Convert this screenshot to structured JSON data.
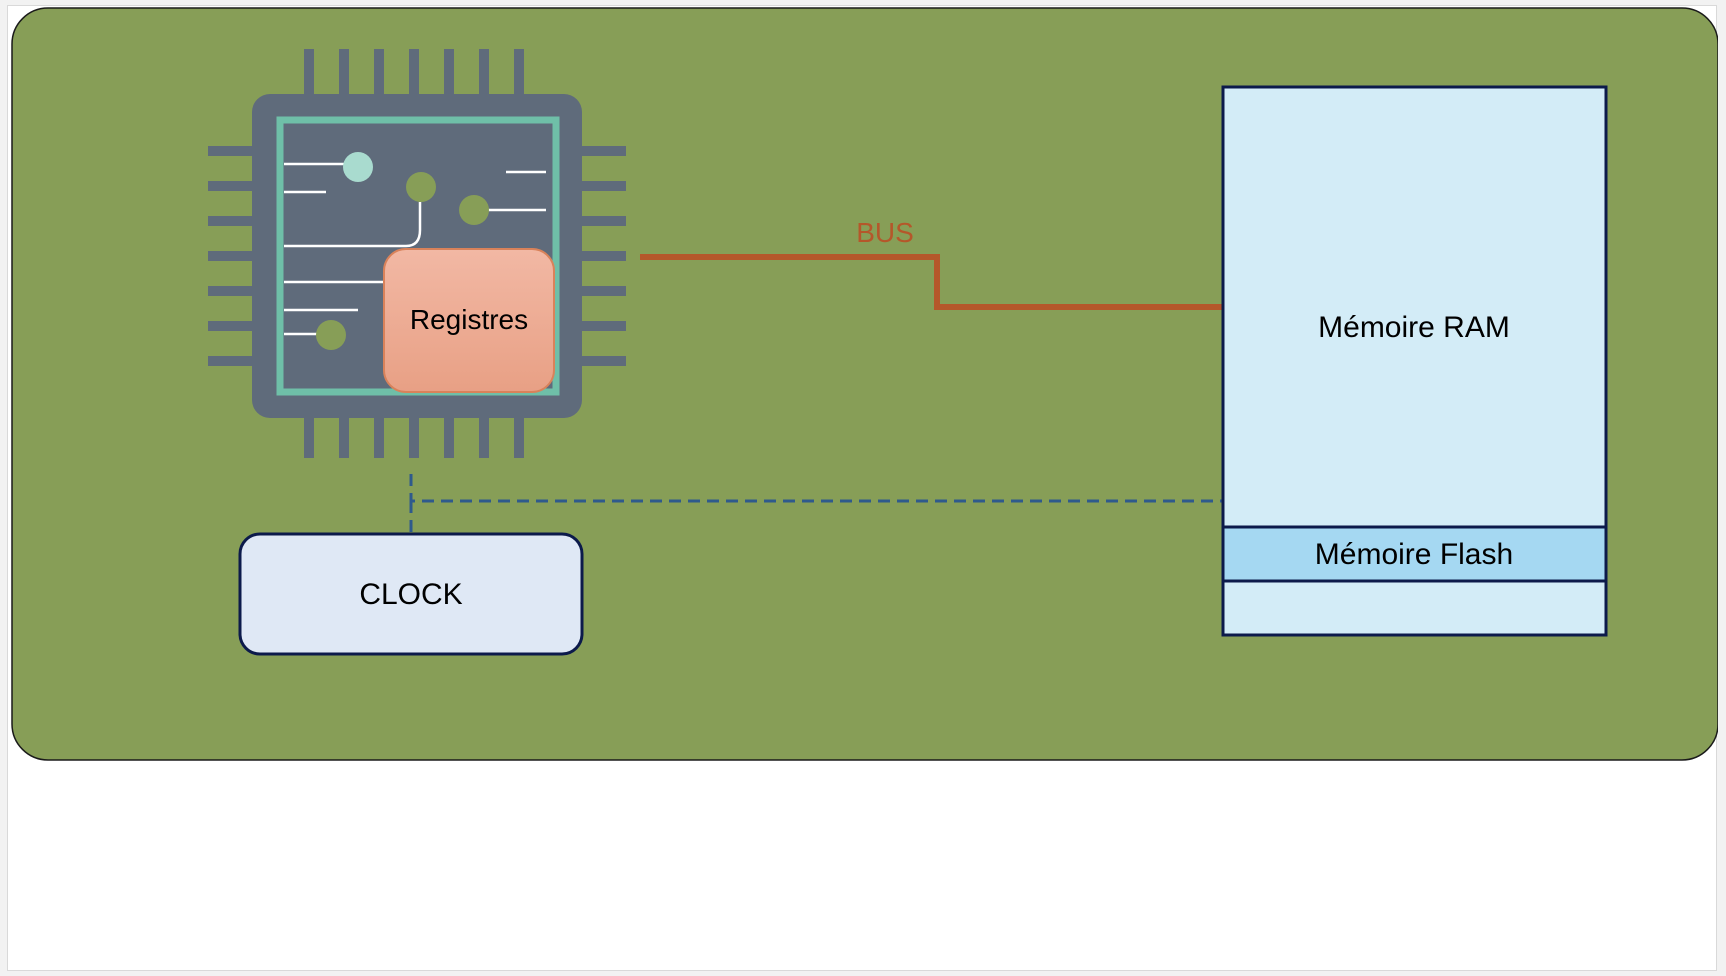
{
  "diagram": {
    "registers_label": "Registres",
    "bus_label": "BUS",
    "ram_label": "Mémoire RAM",
    "flash_label": "Mémoire Flash",
    "clock_label": "CLOCK"
  },
  "colors": {
    "board": "#879e57",
    "chip_body": "#5f6b7b",
    "chip_border": "#6fbfa8",
    "registers_fill_top": "#f0b4a0",
    "registers_fill_bottom": "#e8a085",
    "bus": "#b5572a",
    "ram_fill": "#d3ecf7",
    "flash_fill": "#a5d8f2",
    "memory_border": "#0c1a4b",
    "clock_fill": "#dfe8f5",
    "clock_link": "#2f5a8c"
  }
}
